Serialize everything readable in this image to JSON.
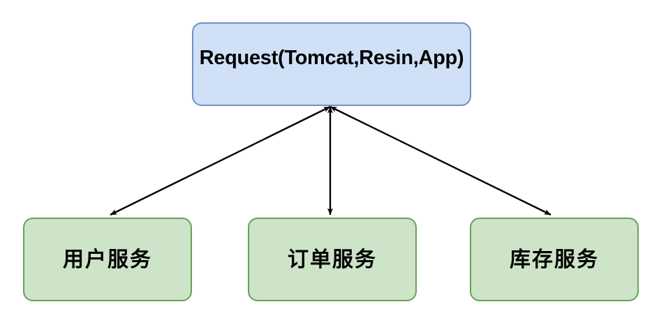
{
  "diagram": {
    "title_node": {
      "label": "Request(Tomcat,Resin,App)",
      "fill": "#cfe0f7",
      "stroke": "#6f91c4"
    },
    "services": [
      {
        "label": "用户服务",
        "fill": "#cde4c8",
        "stroke": "#68a05a"
      },
      {
        "label": "订单服务",
        "fill": "#cde4c8",
        "stroke": "#68a05a"
      },
      {
        "label": "库存服务",
        "fill": "#cde4c8",
        "stroke": "#68a05a"
      }
    ],
    "edges": [
      {
        "name": "request-to-user-service",
        "style": "double-headed-arrow",
        "color": "#000000"
      },
      {
        "name": "request-to-order-service",
        "style": "double-headed-arrow",
        "color": "#000000"
      },
      {
        "name": "request-to-stock-service",
        "style": "double-headed-arrow",
        "color": "#000000"
      }
    ],
    "background": "#ffffff"
  }
}
